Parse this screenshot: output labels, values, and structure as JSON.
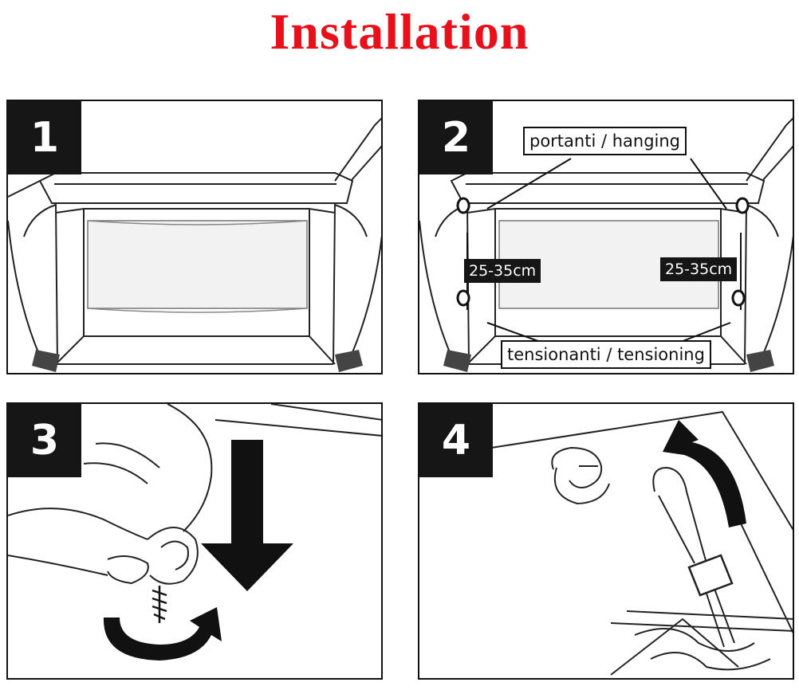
{
  "title": "Installation",
  "colors": {
    "title": "#e8101a",
    "ink": "#111111",
    "badge": "#161616"
  },
  "steps": [
    {
      "number": "1"
    },
    {
      "number": "2",
      "hanging_label": "portanti / hanging",
      "tensioning_label": "tensionanti / tensioning",
      "distance_left": "25-35cm",
      "distance_right": "25-35cm"
    },
    {
      "number": "3"
    },
    {
      "number": "4"
    }
  ],
  "icons": [
    "car-trunk-illustration",
    "hook-icon",
    "down-arrow-icon",
    "rotate-arrow-icon",
    "screw-icon",
    "curved-up-arrow-icon"
  ]
}
